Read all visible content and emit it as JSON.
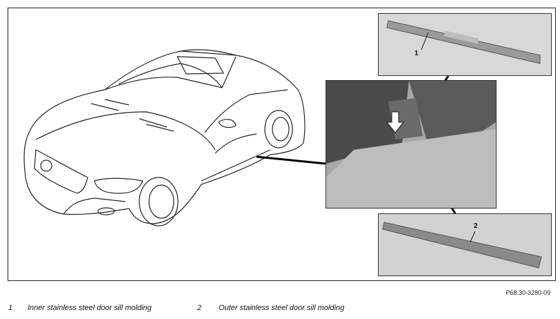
{
  "figure": {
    "code": "P68.30-3280-09",
    "callouts": [
      "1",
      "2"
    ]
  },
  "legend": [
    {
      "number": "1",
      "text": "Inner stainless steel door sill molding"
    },
    {
      "number": "2",
      "text": "Outer stainless steel door sill molding"
    }
  ]
}
